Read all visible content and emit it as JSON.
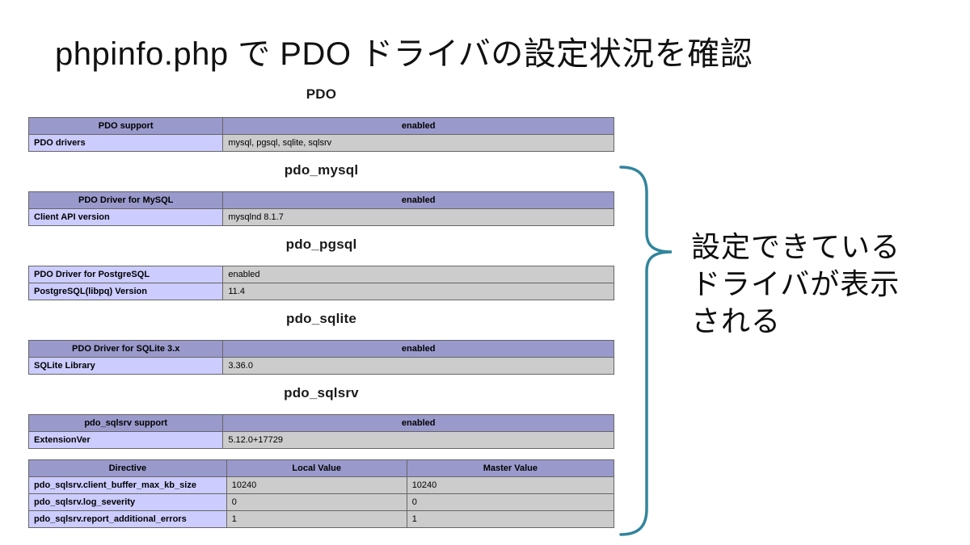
{
  "title": "phpinfo.php で PDO ドライバの設定状況を確認",
  "phpinfo": {
    "pdo": {
      "heading": "PDO",
      "header": {
        "name": "PDO support",
        "value": "enabled"
      },
      "rows": [
        {
          "name": "PDO drivers",
          "value": "mysql, pgsql, sqlite, sqlsrv"
        }
      ]
    },
    "pdo_mysql": {
      "heading": "pdo_mysql",
      "header": {
        "name": "PDO Driver for MySQL",
        "value": "enabled"
      },
      "rows": [
        {
          "name": "Client API version",
          "value": "mysqlnd 8.1.7"
        }
      ]
    },
    "pdo_pgsql": {
      "heading": "pdo_pgsql",
      "rows": [
        {
          "name": "PDO Driver for PostgreSQL",
          "value": "enabled"
        },
        {
          "name": "PostgreSQL(libpq) Version",
          "value": "11.4"
        }
      ]
    },
    "pdo_sqlite": {
      "heading": "pdo_sqlite",
      "header": {
        "name": "PDO Driver for SQLite 3.x",
        "value": "enabled"
      },
      "rows": [
        {
          "name": "SQLite Library",
          "value": "3.36.0"
        }
      ]
    },
    "pdo_sqlsrv": {
      "heading": "pdo_sqlsrv",
      "header": {
        "name": "pdo_sqlsrv support",
        "value": "enabled"
      },
      "rows": [
        {
          "name": "ExtensionVer",
          "value": "5.12.0+17729"
        }
      ]
    },
    "directives": {
      "columns": [
        "Directive",
        "Local Value",
        "Master Value"
      ],
      "rows": [
        {
          "name": "pdo_sqlsrv.client_buffer_max_kb_size",
          "local": "10240",
          "master": "10240"
        },
        {
          "name": "pdo_sqlsrv.log_severity",
          "local": "0",
          "master": "0"
        },
        {
          "name": "pdo_sqlsrv.report_additional_errors",
          "local": "1",
          "master": "1"
        }
      ]
    }
  },
  "annotation": {
    "lines": [
      "設定できている",
      "ドライバが表示",
      "される"
    ]
  },
  "colors": {
    "header_cell": "#9999cc",
    "name_cell": "#ccccff",
    "value_cell": "#cccccc",
    "brace": "#31859C"
  }
}
